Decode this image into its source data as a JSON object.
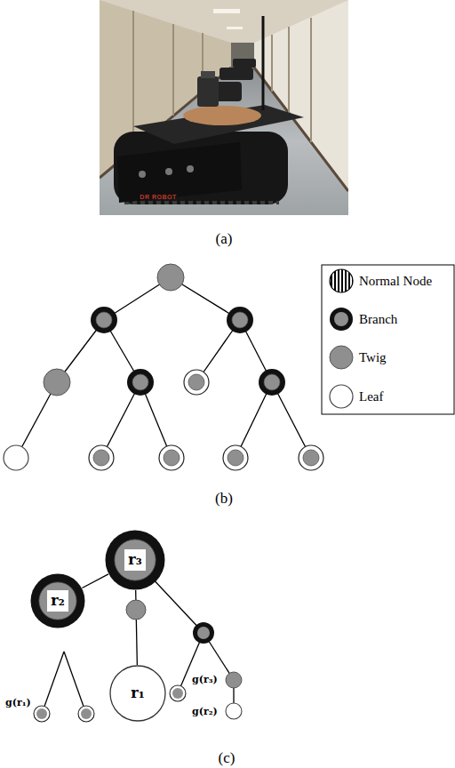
{
  "diagram": {
    "nodes": [
      {
        "text": [
          "r₃"
        ]
      },
      {
        "text": [
          "r₂"
        ]
      },
      {
        "text": [
          "r₁"
        ]
      }
    ],
    "edges": [
      {
        "from": 0,
        "to": 1,
        "arrow": "none"
      },
      {
        "from": 0,
        "to": 2,
        "arrow": "none"
      }
    ],
    "labels": [
      "DR ROBOT",
      "(a)",
      "(b)",
      "g(r₁)",
      "g(r₃)",
      "g(r₂)",
      "(c)"
    ],
    "legend": [
      {
        "text": "Normal Node"
      },
      {
        "text": "Branch"
      },
      {
        "text": "Twig"
      },
      {
        "text": "Leaf"
      }
    ]
  }
}
